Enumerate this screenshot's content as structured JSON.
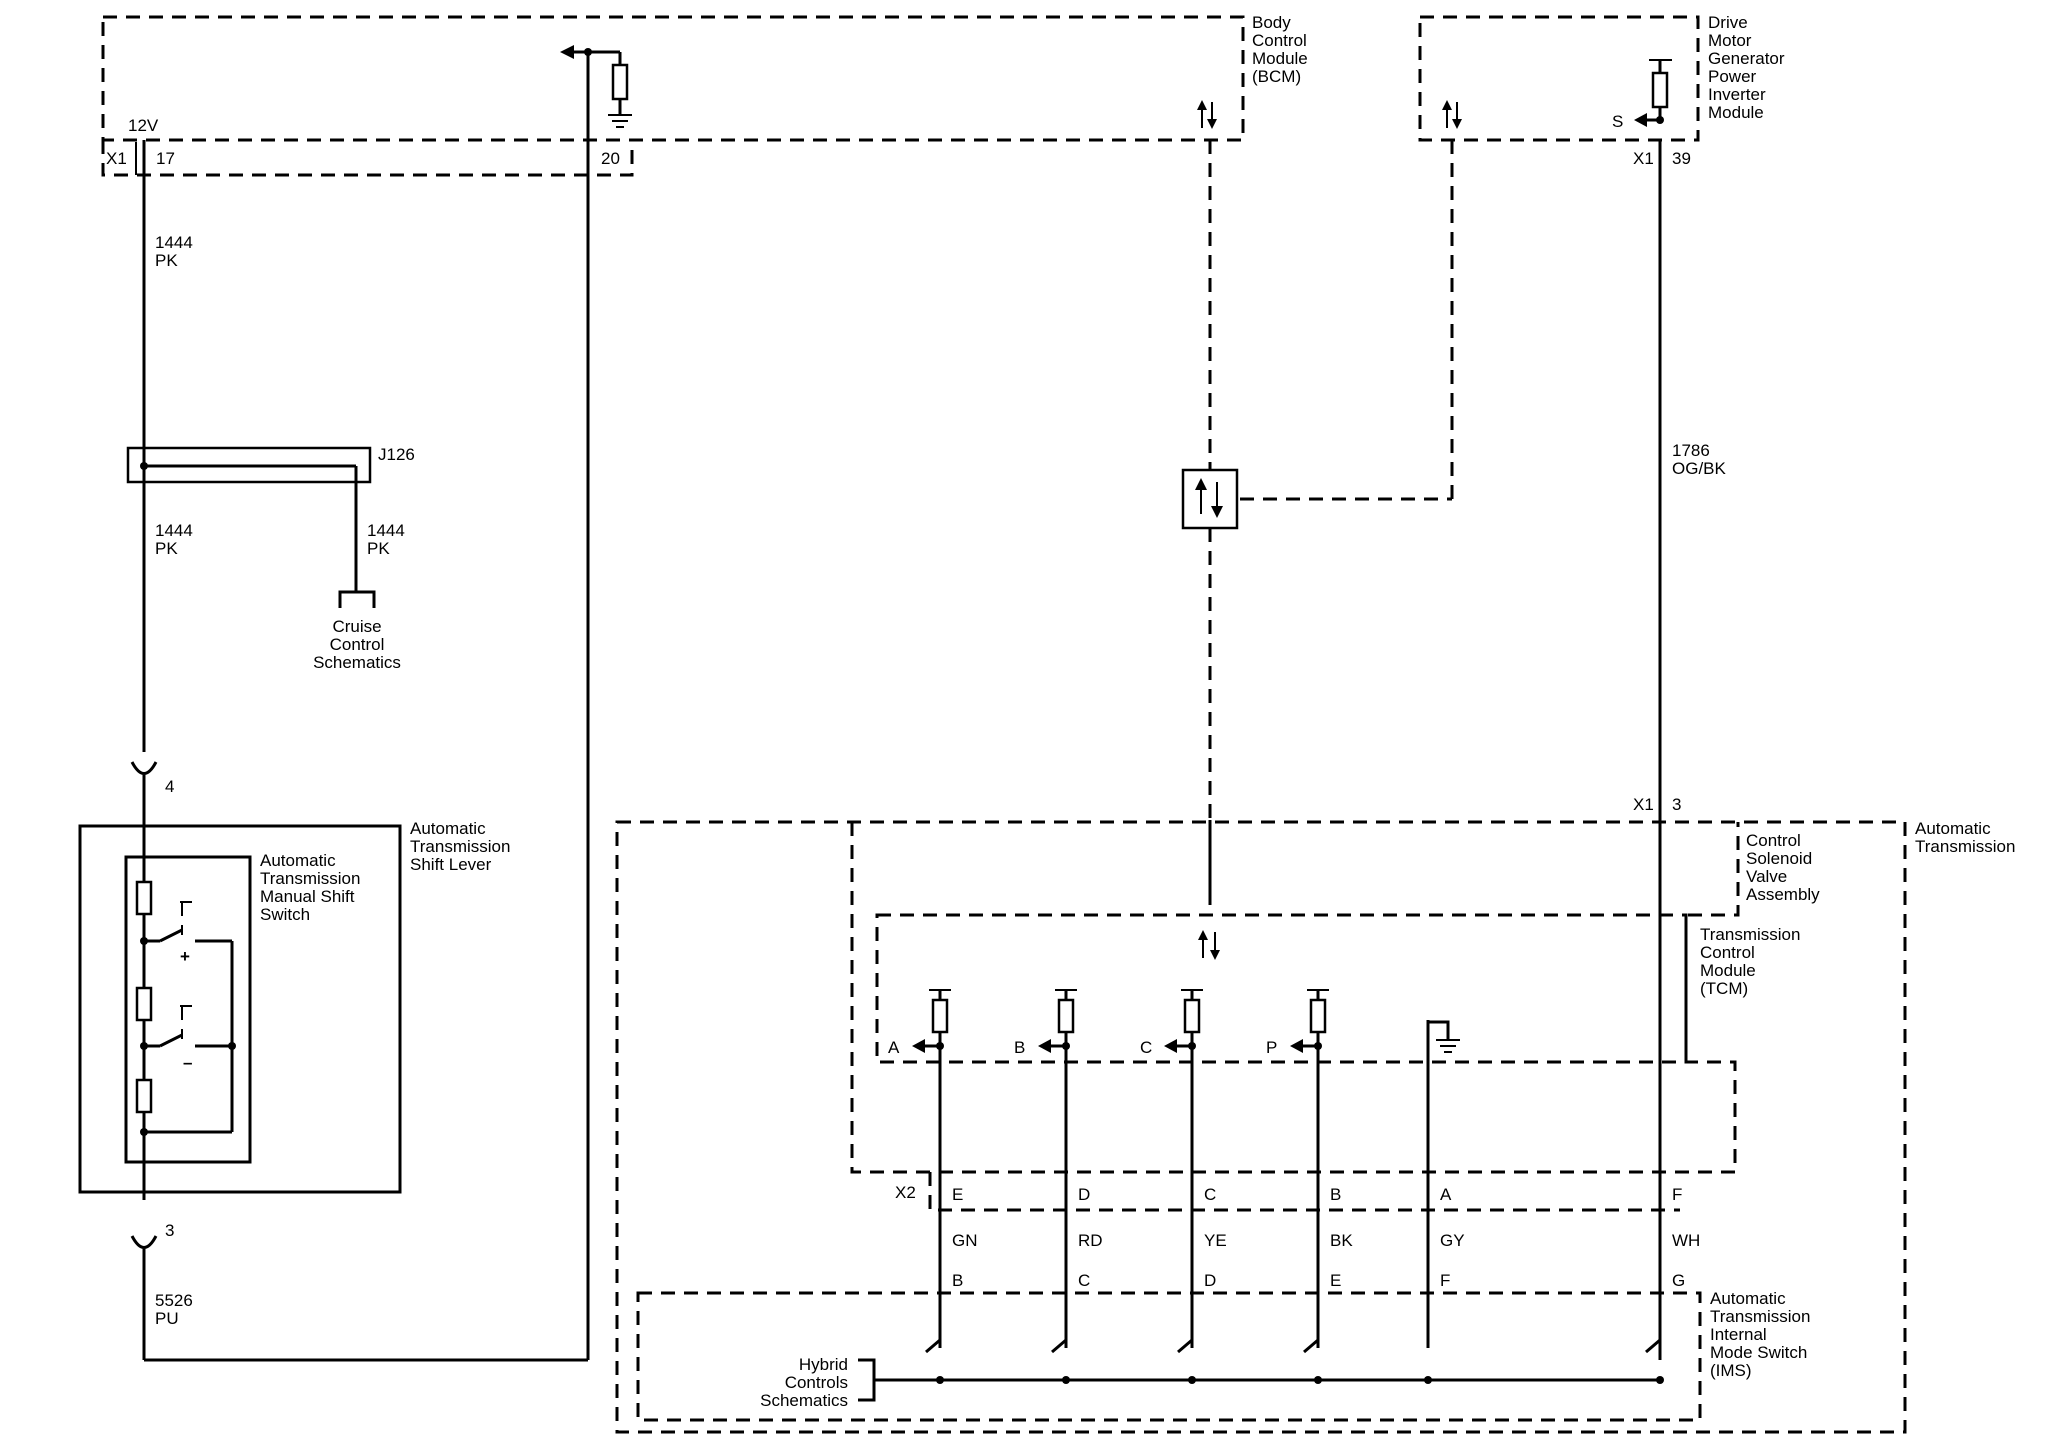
{
  "modules": {
    "bcm": [
      "Body",
      "Control",
      "Module",
      "(BCM)"
    ],
    "dmgpim": [
      "Drive",
      "Motor",
      "Generator",
      "Power",
      "Inverter",
      "Module"
    ],
    "shift_lever": [
      "Automatic",
      "Transmission",
      "Shift Lever"
    ],
    "manual_shift_switch": [
      "Automatic",
      "Transmission",
      "Manual Shift",
      "Switch"
    ],
    "control_solenoid": [
      "Control",
      "Solenoid",
      "Valve",
      "Assembly"
    ],
    "auto_trans": [
      "Automatic",
      "Transmission"
    ],
    "tcm": [
      "Transmission",
      "Control",
      "Module",
      "(TCM)"
    ],
    "ims": [
      "Automatic",
      "Transmission",
      "Internal",
      "Mode Switch",
      "(IMS)"
    ],
    "cruise": [
      "Cruise",
      "Control",
      "Schematics"
    ],
    "hybrid": [
      "Hybrid",
      "Controls",
      "Schematics"
    ]
  },
  "labels": {
    "v12": "12V",
    "bcm_conn": "X1",
    "bcm_pin17": "17",
    "bcm_pin20": "20",
    "dm_conn": "X1",
    "dm_pin39": "39",
    "dm_s": "S",
    "splice": "J126",
    "inline4": "4",
    "inline3": "3",
    "trans_x1": "X1",
    "trans_pin3": "3",
    "x2": "X2",
    "plus": "+",
    "minus": "–"
  },
  "wires": {
    "w1_num": "1444",
    "w1_col": "PK",
    "w2_num": "1444",
    "w2_col": "PK",
    "w3_num": "1444",
    "w3_col": "PK",
    "w4_num": "1786",
    "w4_col": "OG/BK",
    "w5_num": "5526",
    "w5_col": "PU"
  },
  "tcm_outputs": [
    "A",
    "B",
    "C",
    "P"
  ],
  "x2_pins": [
    "E",
    "D",
    "C",
    "B",
    "A",
    "F"
  ],
  "wire_colors": [
    "GN",
    "RD",
    "YE",
    "BK",
    "GY",
    "WH"
  ],
  "ims_pins": [
    "B",
    "C",
    "D",
    "E",
    "F",
    "G"
  ]
}
